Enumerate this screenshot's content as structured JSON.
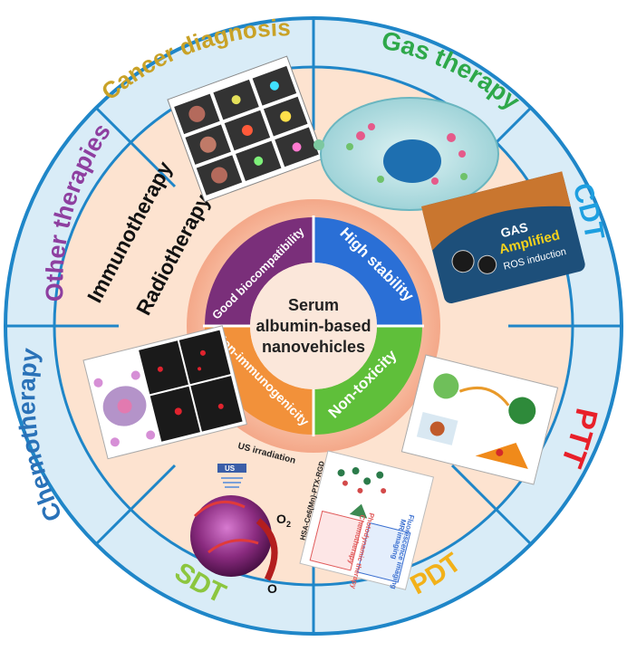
{
  "center": {
    "title_lines": [
      "Serum",
      "albumin-based",
      "nanovehicles"
    ]
  },
  "properties": [
    {
      "label": "High stability",
      "color": "#2a6fd6"
    },
    {
      "label": "Non-toxicity",
      "color": "#5fbf3a"
    },
    {
      "label": "Non-immunogenicity",
      "color": "#f2913a"
    },
    {
      "label": "Good biocompatibility",
      "color": "#7a2f7a"
    }
  ],
  "segments": [
    {
      "label": "Gas therapy",
      "color": "#2ea84a"
    },
    {
      "label": "CDT",
      "color": "#1e9fe0"
    },
    {
      "label": "PTT",
      "color": "#e8202a"
    },
    {
      "label": "PDT",
      "color": "#f2b11a"
    },
    {
      "label": "SDT",
      "color": "#8cc63f"
    },
    {
      "label": "Chemotherapy",
      "color": "#2a72b8"
    },
    {
      "label": "Other therapies",
      "color": "#8e3fa0"
    },
    {
      "label": "Cancer diagnosis",
      "color": "#c9a227"
    }
  ],
  "other_therapies_items": [
    "Immunotherapy",
    "Radiotherapy"
  ],
  "panel_texts": {
    "cdt_1": "GAS",
    "cdt_2": "Amplified",
    "cdt_3": "ROS induction",
    "sdt_1": "US irradiation",
    "sdt_2": "US",
    "sdt_o2": "O",
    "sdt_1o2": "O",
    "pdt_1": "HSA-Ce6(Mn)-PTX-RGD",
    "pdt_2": "Fluorescence imaging",
    "pdt_3": "MR imaging",
    "pdt_4": "Photodynamic therapy",
    "pdt_5": "Chemotherapy"
  },
  "colors": {
    "outer_ring": "#d9ecf7",
    "ring_line": "#1f86c8",
    "sector_fill": "#fde3d0",
    "hub_glow": "#f6b99a"
  }
}
